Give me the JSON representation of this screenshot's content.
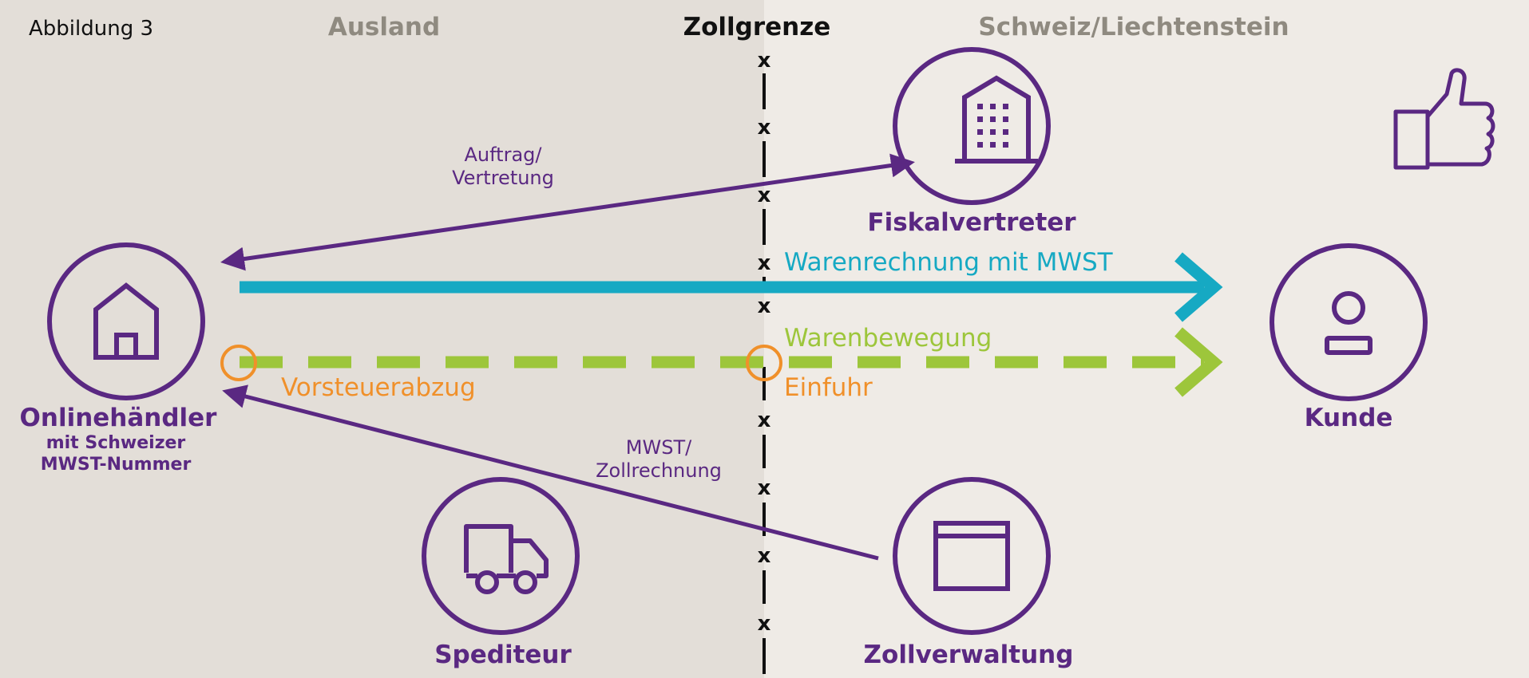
{
  "figure_label": "Abbildung 3",
  "regions": {
    "left": "Ausland",
    "border": "Zollgrenze",
    "right": "Schweiz/Liechtenstein"
  },
  "border_marker": "x",
  "nodes": {
    "online_merchant": {
      "name": "Onlinehändler",
      "subtitle_line1": "mit Schweizer",
      "subtitle_line2": "MWST-Nummer",
      "icon": "house-icon"
    },
    "fiscal_representative": {
      "name": "Fiskalvertreter",
      "icon": "office-building-icon"
    },
    "customer": {
      "name": "Kunde",
      "icon": "person-icon"
    },
    "forwarder": {
      "name": "Spediteur",
      "icon": "delivery-truck-icon"
    },
    "customs": {
      "name": "Zollverwaltung",
      "icon": "document-window-icon"
    }
  },
  "flows": {
    "mandate": {
      "line1": "Auftrag/",
      "line2": "Vertretung"
    },
    "invoice": "Warenrechnung mit MWST",
    "goods_movement": "Warenbewegung",
    "vat_customs_bill": {
      "line1": "MWST/",
      "line2": "Zollrechnung"
    },
    "input_tax": "Vorsteuerabzug",
    "import": "Einfuhr"
  },
  "approval_icon": "thumbs-up-icon",
  "colors": {
    "purple": "#5a2882",
    "teal": "#16a9c3",
    "green": "#9dc63b",
    "orange": "#f0902a",
    "left_background": "#e3ded8",
    "right_background": "#efebe6",
    "region_label": "#8f8a80",
    "text_dark": "#111111"
  }
}
